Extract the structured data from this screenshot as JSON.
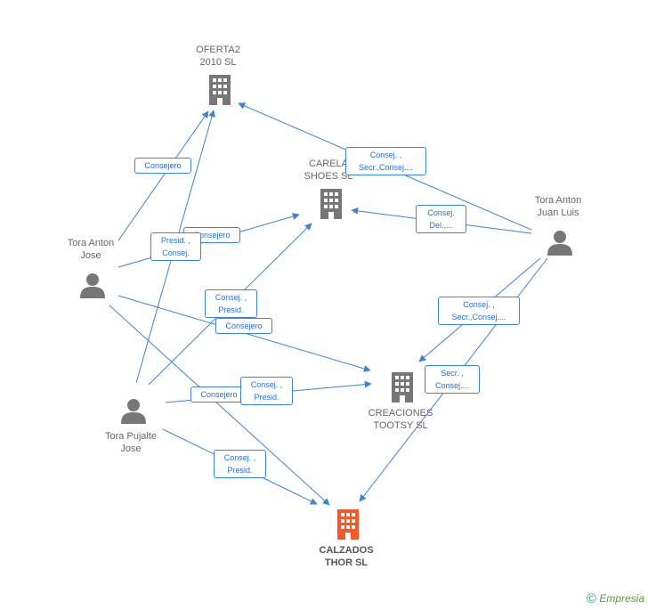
{
  "nodes": {
    "oferta": {
      "line1": "OFERTA2",
      "line2": "2010 SL"
    },
    "carela": {
      "line1": "CARELA",
      "line2": "SHOES SL"
    },
    "creaciones": {
      "line1": "CREACIONES",
      "line2": "TOOTSY SL"
    },
    "calzados": {
      "line1": "CALZADOS",
      "line2": "THOR SL"
    },
    "tora_jose": {
      "line1": "Tora Anton",
      "line2": "Jose"
    },
    "tora_juan": {
      "line1": "Tora Anton",
      "line2": "Juan Luis"
    },
    "pujalte": {
      "line1": "Tora Pujalte",
      "line2": "Jose"
    }
  },
  "relations": {
    "r1": {
      "l1": "Consejero"
    },
    "r2": {
      "l1": "Consej. ,",
      "l2": "Secr.,Consej...."
    },
    "r3": {
      "l1": "Consej.",
      "l2": "Del.,..."
    },
    "r4": {
      "l1": "Consejero"
    },
    "r5": {
      "l1": "Presid. ,",
      "l2": "Consej."
    },
    "r6": {
      "l1": "Consej. ,",
      "l2": "Presid."
    },
    "r7": {
      "l1": "Consejero"
    },
    "r8": {
      "l1": "Consej. ,",
      "l2": "Secr.,Consej...."
    },
    "r9": {
      "l1": "Secr. ,",
      "l2": "Consej...."
    },
    "r10": {
      "l1": "Consejero"
    },
    "r11": {
      "l1": "Consej. ,",
      "l2": "Presid."
    },
    "r12": {
      "l1": "Consej. ,",
      "l2": "Presid."
    }
  },
  "colors": {
    "edge": "#3f83d6",
    "company": "#777777",
    "focus_company": "#f05a28",
    "person": "#777777"
  },
  "footer": {
    "symbol": "©",
    "brand": "Empresia"
  }
}
